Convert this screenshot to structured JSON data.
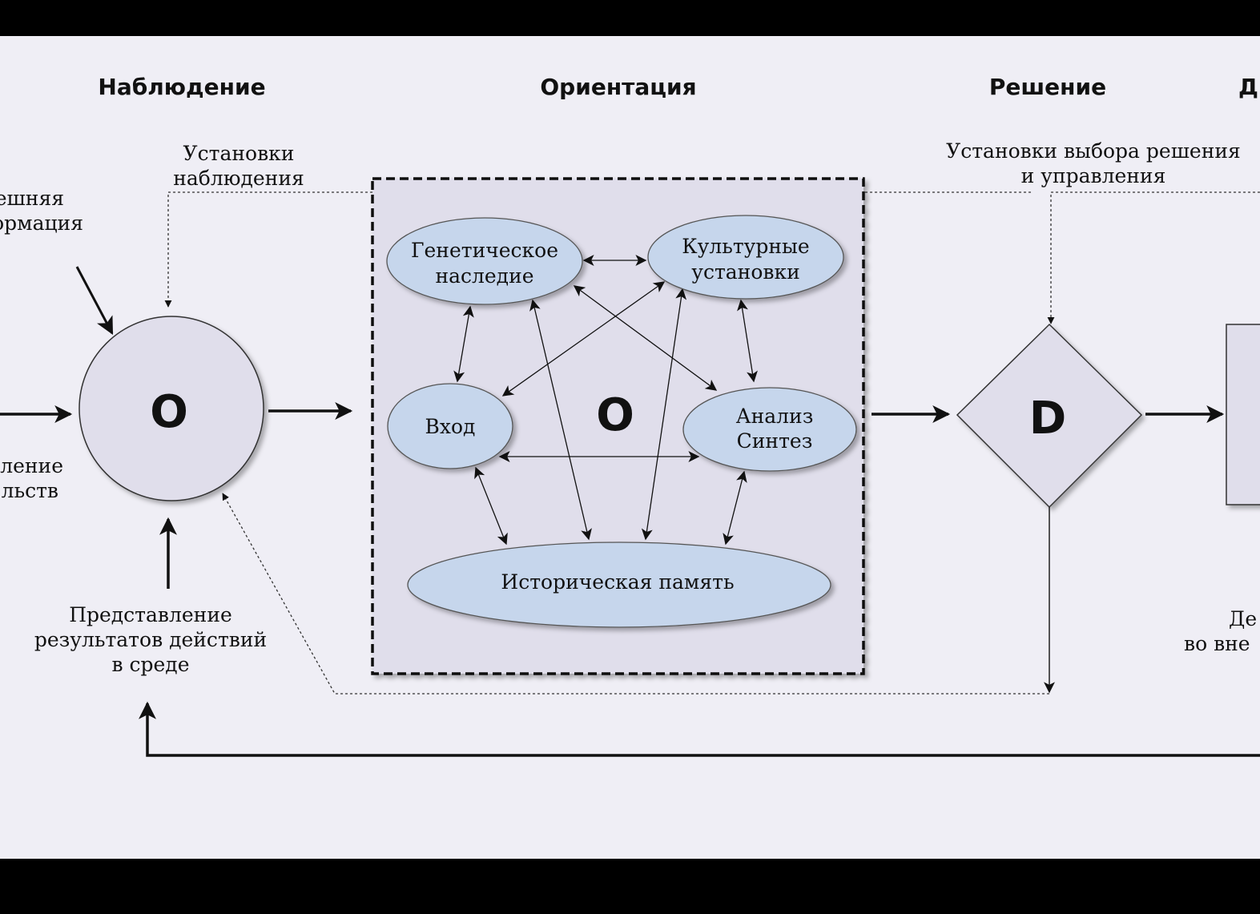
{
  "headings": {
    "observe": "Наблюдение",
    "orient": "Ориентация",
    "decide": "Решение",
    "act_partial": "Д"
  },
  "labels": {
    "observation_settings_1": "Установки",
    "observation_settings_2": "наблюдения",
    "external_info_1": "ешняя",
    "external_info_2": "ормация",
    "circumstances_1": "ление",
    "circumstances_2": "льств",
    "action_results_1": "Представление",
    "action_results_2": "результатов действий",
    "action_results_3": "в среде",
    "decision_settings_1": "Установки выбора решения",
    "decision_settings_2": "и управления",
    "action_partial_1": "Де",
    "action_partial_2": "во вне"
  },
  "nodes": {
    "observe_symbol": "O",
    "orient_symbol": "O",
    "decide_symbol": "D",
    "genetic_1": "Генетическое",
    "genetic_2": "наследие",
    "cultural_1": "Культурные",
    "cultural_2": "установки",
    "input": "Вход",
    "analysis_1": "Анализ",
    "analysis_2": "Синтез",
    "history": "Историческая память"
  },
  "colors": {
    "background": "#efeef5",
    "node_fill": "#e0deeb",
    "ellipse_fill": "#c6d6ec",
    "stroke": "#111111"
  }
}
